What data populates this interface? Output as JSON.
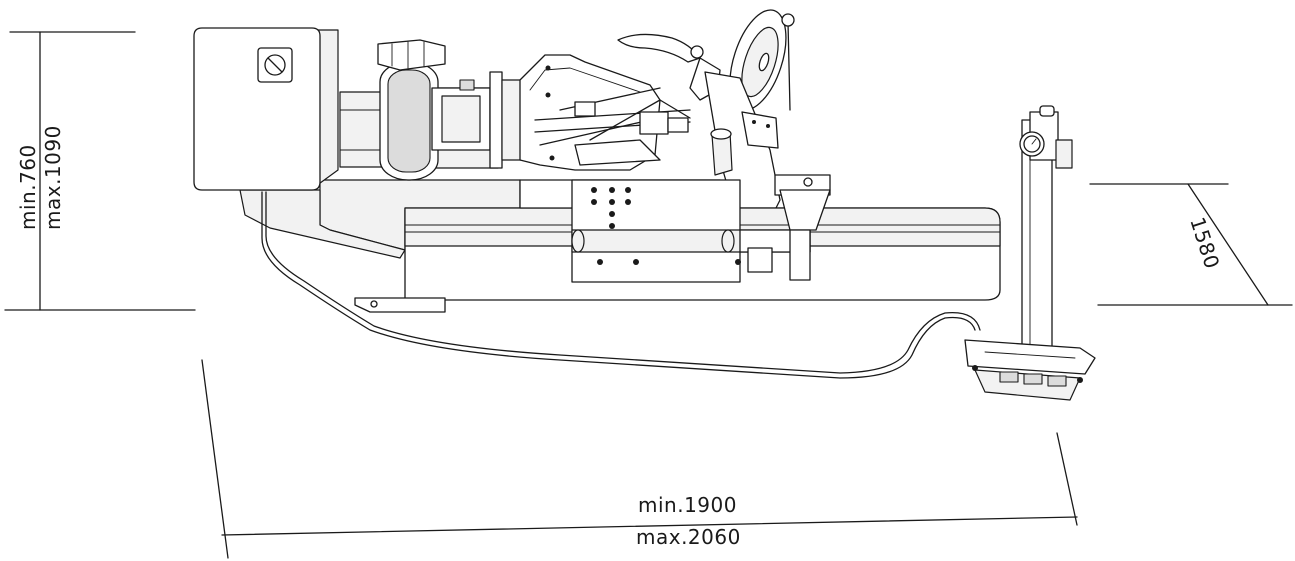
{
  "dimensions": {
    "height_min": "min.760",
    "height_max": "max.1090",
    "depth": "1580",
    "length_min": "min.1900",
    "length_max": "max.2060"
  },
  "colors": {
    "line": "#1a1a1a",
    "background": "#ffffff"
  }
}
